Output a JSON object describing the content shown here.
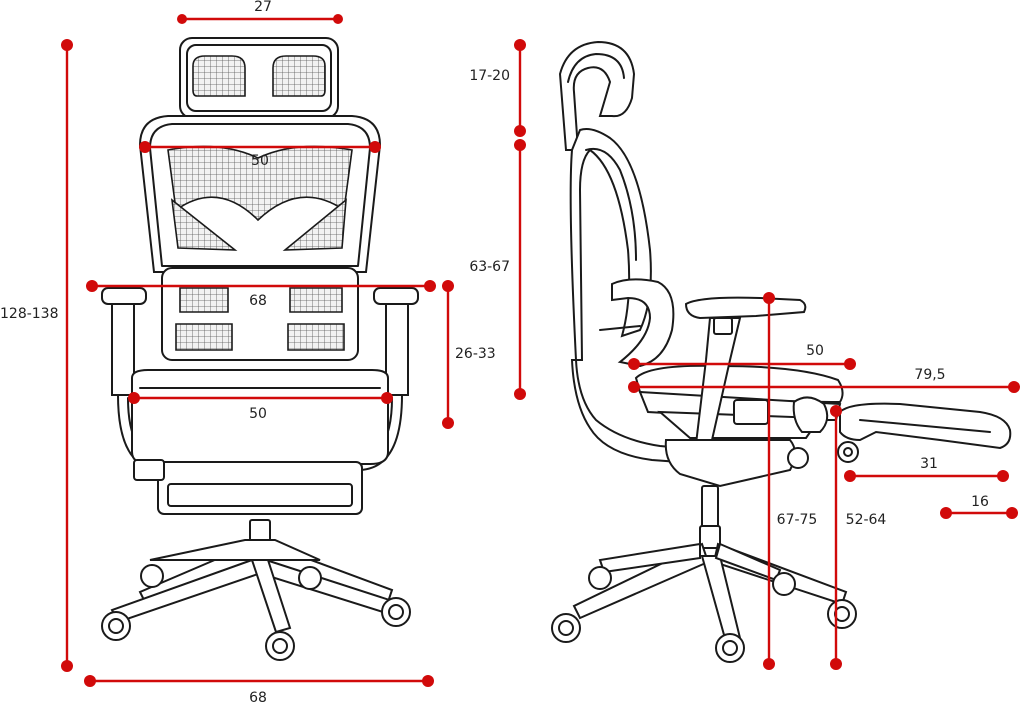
{
  "colors": {
    "dimension": "#d10a0a",
    "outline": "#1a1a1a",
    "background": "#ffffff"
  },
  "front_view": {
    "headrest_width": "27",
    "backrest_width": "50",
    "armrest_span": "68",
    "seat_width": "50",
    "total_height": "128-138",
    "armrest_height": "26-33",
    "base_width": "68"
  },
  "side_view": {
    "headrest_height": "17-20",
    "backrest_height": "63-67",
    "seat_depth": "50",
    "depth_with_footrest": "79,5",
    "footrest_extension": "31",
    "footrest_width": "16",
    "armrest_floor_height": "67-75",
    "seat_floor_height": "52-64"
  }
}
